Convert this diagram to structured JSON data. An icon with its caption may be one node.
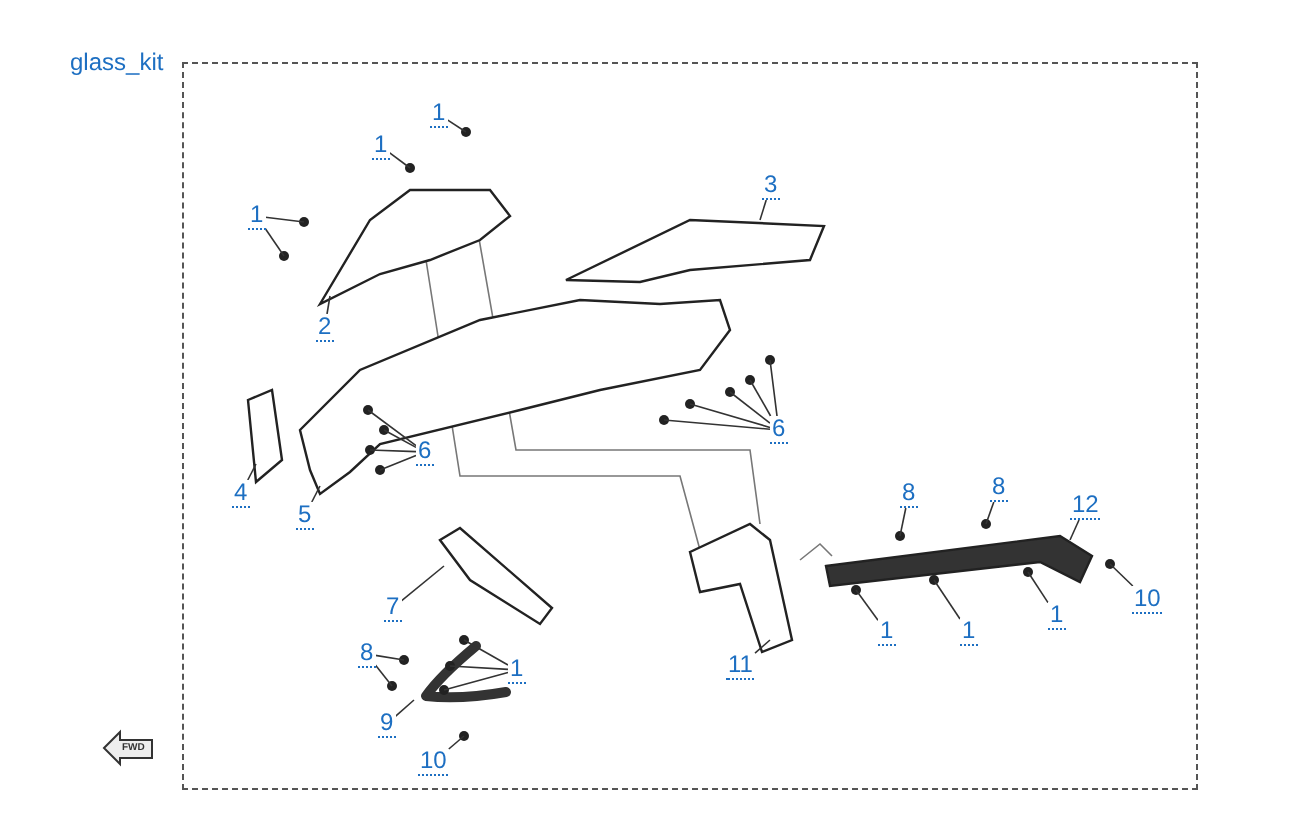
{
  "diagram": {
    "title": "glass_kit",
    "nodes": [
      {
        "text": [
          "1"
        ]
      },
      {
        "text": [
          "1"
        ]
      },
      {
        "text": [
          "1"
        ]
      },
      {
        "text": [
          "3"
        ]
      },
      {
        "text": [
          "2"
        ]
      },
      {
        "text": [
          "6"
        ]
      },
      {
        "text": [
          "6"
        ]
      },
      {
        "text": [
          "4"
        ]
      },
      {
        "text": [
          "5"
        ]
      },
      {
        "text": [
          "8"
        ]
      },
      {
        "text": [
          "8"
        ]
      },
      {
        "text": [
          "12"
        ]
      },
      {
        "text": [
          "7"
        ]
      },
      {
        "text": [
          "10"
        ]
      },
      {
        "text": [
          "8"
        ]
      },
      {
        "text": [
          "1"
        ]
      },
      {
        "text": [
          "11"
        ]
      },
      {
        "text": [
          "1"
        ]
      },
      {
        "text": [
          "1"
        ]
      },
      {
        "text": [
          "1"
        ]
      },
      {
        "text": [
          "9"
        ]
      },
      {
        "text": [
          "10"
        ]
      }
    ],
    "edges": [
      {
        "from": 0,
        "to": null,
        "arrow": "none"
      },
      {
        "from": 1,
        "to": null,
        "arrow": "none"
      },
      {
        "from": 2,
        "to": null,
        "arrow": "none"
      },
      {
        "from": 2,
        "to": null,
        "arrow": "none"
      },
      {
        "from": 3,
        "to": null,
        "arrow": "none"
      },
      {
        "from": 4,
        "to": null,
        "arrow": "none"
      },
      {
        "from": 5,
        "to": null,
        "arrow": "none"
      },
      {
        "from": 5,
        "to": null,
        "arrow": "none"
      },
      {
        "from": 5,
        "to": null,
        "arrow": "none"
      },
      {
        "from": 5,
        "to": null,
        "arrow": "none"
      },
      {
        "from": 5,
        "to": null,
        "arrow": "none"
      },
      {
        "from": 6,
        "to": null,
        "arrow": "none"
      },
      {
        "from": 6,
        "to": null,
        "arrow": "none"
      },
      {
        "from": 6,
        "to": null,
        "arrow": "none"
      },
      {
        "from": 6,
        "to": null,
        "arrow": "none"
      },
      {
        "from": 7,
        "to": null,
        "arrow": "none"
      },
      {
        "from": 8,
        "to": null,
        "arrow": "none"
      },
      {
        "from": 9,
        "to": null,
        "arrow": "none"
      },
      {
        "from": 10,
        "to": null,
        "arrow": "none"
      },
      {
        "from": 11,
        "to": null,
        "arrow": "none"
      },
      {
        "from": 12,
        "to": null,
        "arrow": "none"
      },
      {
        "from": 13,
        "to": null,
        "arrow": "none"
      },
      {
        "from": 14,
        "to": null,
        "arrow": "none"
      },
      {
        "from": 14,
        "to": null,
        "arrow": "none"
      },
      {
        "from": 15,
        "to": null,
        "arrow": "none"
      },
      {
        "from": 15,
        "to": null,
        "arrow": "none"
      },
      {
        "from": 15,
        "to": null,
        "arrow": "none"
      },
      {
        "from": 16,
        "to": null,
        "arrow": "none"
      },
      {
        "from": 17,
        "to": null,
        "arrow": "none"
      },
      {
        "from": 18,
        "to": null,
        "arrow": "none"
      },
      {
        "from": 19,
        "to": null,
        "arrow": "none"
      },
      {
        "from": 20,
        "to": null,
        "arrow": "none"
      },
      {
        "from": 21,
        "to": null,
        "arrow": "none"
      }
    ],
    "labels": [
      "FWD"
    ]
  }
}
